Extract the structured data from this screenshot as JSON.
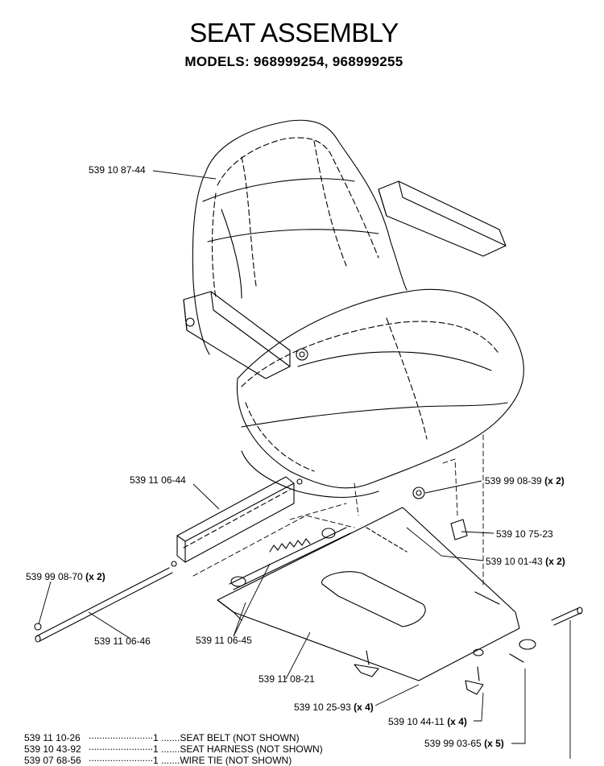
{
  "title": "SEAT ASSEMBLY",
  "subtitle": "MODELS:  968999254,  968999255",
  "callouts": [
    {
      "part": "539 10 87-44",
      "qty": ""
    },
    {
      "part": "539 11 06-44",
      "qty": ""
    },
    {
      "part": "539 99 08-39",
      "qty": "(x 2)"
    },
    {
      "part": "539 10 75-23",
      "qty": ""
    },
    {
      "part": "539 10 01-43",
      "qty": "(x 2)"
    },
    {
      "part": "539 99 08-70",
      "qty": "(x 2)"
    },
    {
      "part": "539 11 06-46",
      "qty": ""
    },
    {
      "part": "539 11 06-45",
      "qty": ""
    },
    {
      "part": "539 11 08-21",
      "qty": ""
    },
    {
      "part": "539 10 25-93",
      "qty": "(x 4)"
    },
    {
      "part": "539 10 44-11",
      "qty": "(x 4)"
    },
    {
      "part": "539 99 03-65",
      "qty": "(x 5)"
    }
  ],
  "parts_list": [
    {
      "part": "539 11 10-26",
      "dots": "........................",
      "qty": "1",
      "desc": ".......SEAT BELT (NOT SHOWN)"
    },
    {
      "part": "539 10 43-92",
      "dots": "........................",
      "qty": "1",
      "desc": ".......SEAT HARNESS (NOT SHOWN)"
    },
    {
      "part": "539 07 68-56",
      "dots": "........................",
      "qty": "1",
      "desc": ".......WIRE TIE (NOT SHOWN)"
    }
  ]
}
